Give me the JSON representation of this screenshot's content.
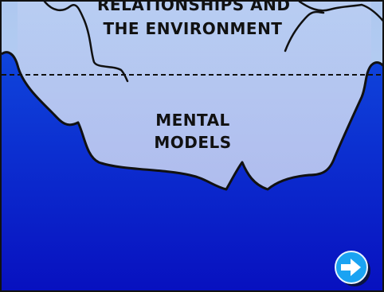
{
  "iceberg": {
    "upper_label_line1": "RELATIONSHIPS AND",
    "upper_label_line2": "THE ENVIRONMENT",
    "middle_label_line1": "MENTAL",
    "middle_label_line2": "MODELS"
  },
  "navigation": {
    "next_icon": "right-arrow-icon"
  },
  "colors": {
    "sky_top": "#b4cdf2",
    "water_top": "#0d3bd6",
    "water_bottom": "#0a12c0",
    "iceberg": "#b0b8ee",
    "outline": "#111111",
    "button": "#1aa3f2"
  }
}
